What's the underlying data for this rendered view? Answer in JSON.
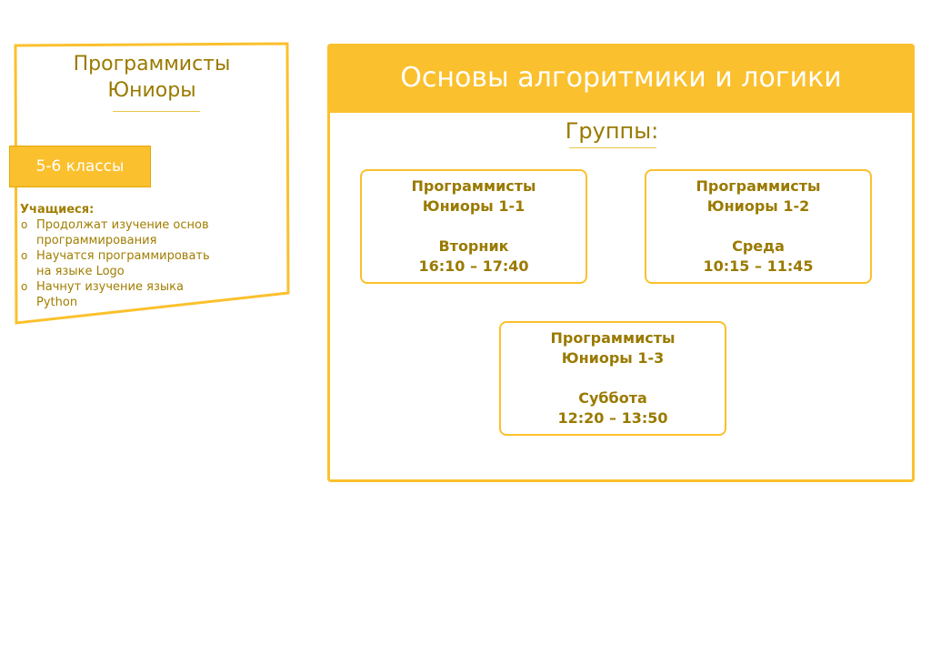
{
  "program": {
    "title_line1": "Программисты",
    "title_line2": "Юниоры",
    "grade_label": "5-6 классы",
    "students_label": "Учащиеся:",
    "bullet_glyph": "o",
    "students_items": [
      {
        "line1": "Продолжат изучение основ",
        "line2": "программирования"
      },
      {
        "line1": "Научатся программировать",
        "line2": "на языке Logo"
      },
      {
        "line1": "Начнут изучение языка",
        "line2": "Python"
      }
    ]
  },
  "course": {
    "title": "Основы алгоритмики и логики",
    "groups_title": "Группы:",
    "groups": [
      {
        "name_line1": "Программисты",
        "name_line2": "Юниоры 1-1",
        "day": "Вторник",
        "time": "16:10 – 17:40"
      },
      {
        "name_line1": "Программисты",
        "name_line2": "Юниоры 1-2",
        "day": "Среда",
        "time": "10:15 – 11:45"
      },
      {
        "name_line1": "Программисты",
        "name_line2": "Юниоры 1-3",
        "day": "Суббота",
        "time": "12:20 – 13:50"
      }
    ]
  },
  "colors": {
    "accent": "#fbc02d",
    "text": "#9a7a00",
    "background": "#ffffff"
  }
}
